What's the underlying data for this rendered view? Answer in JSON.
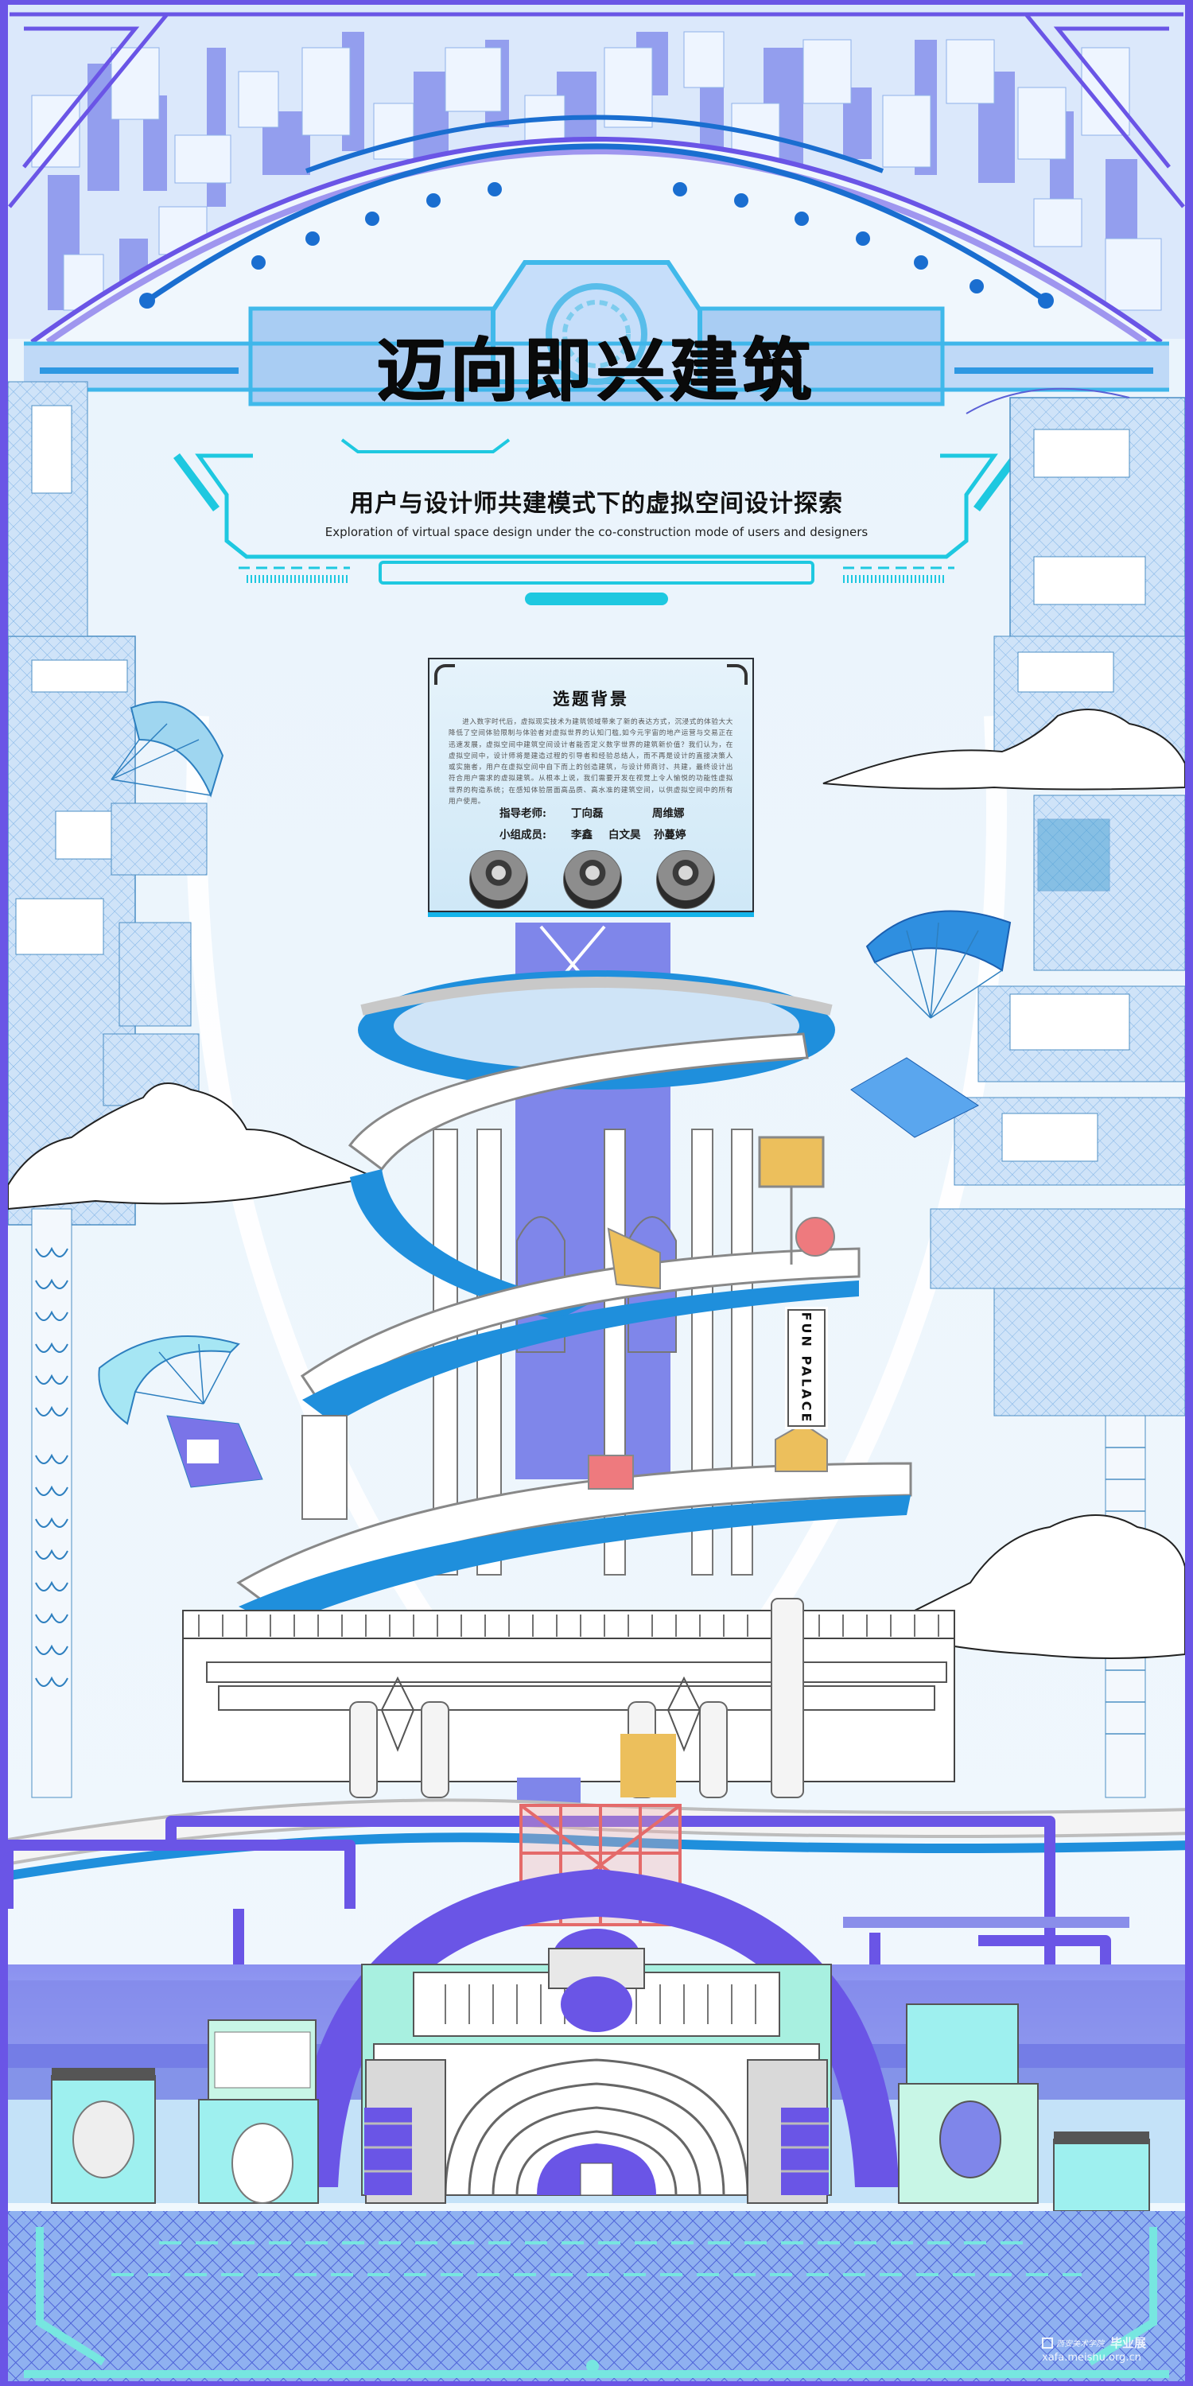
{
  "poster": {
    "title": "迈向即兴建筑",
    "subtitle_cn": "用户与设计师共建模式下的虚拟空间设计探索",
    "subtitle_en": "Exploration of virtual space design under the co-construction mode of users and designers"
  },
  "info_card": {
    "heading": "选题背景",
    "body": "进入数字时代后，虚拟现实技术为建筑领域带来了新的表达方式，沉浸式的体验大大降低了空间体验限制与体验者对虚拟世界的认知门槛,如今元宇宙的地产运营与交易正在迅速发展，虚拟空间中建筑空间设计者能否定义数字世界的建筑新价值？我们认为，在虚拟空间中，设计师将是建造过程的引导者和经验总结人，而不再是设计的直接决策人或实施者，用户在虚拟空间中自下而上的创造建筑，与设计师商讨、共建，最终设计出符合用户需求的虚拟建筑。从根本上说，我们需要开发在视觉上令人愉悦的功能性虚拟世界的构造系统；在感知体验层面高品质、高水准的建筑空间，以供虚拟空间中的所有用户使用。",
    "advisor_label": "指导老师:",
    "advisors": [
      "丁向磊",
      "周维娜"
    ],
    "member_label": "小组成员:",
    "members": [
      "李鑫",
      "白文昊",
      "孙蔓婷"
    ],
    "avatars": [
      {
        "name": "member-photo-1"
      },
      {
        "name": "member-photo-2"
      },
      {
        "name": "member-photo-3"
      }
    ]
  },
  "illustration": {
    "sign_text": "FUN PALACE"
  },
  "watermark": {
    "school": "西安美术学院",
    "label": "毕业展",
    "url": "xafa.meishu.org.cn"
  },
  "colors": {
    "frame_purple": "#6a55e6",
    "accent_cyan": "#1ec8e0",
    "accent_blue": "#1f8fdc",
    "title_band": "#a9cdf3",
    "dot_blue": "#1a6ed0",
    "background": "#eef6fc",
    "tower_purple": "#7f86ea",
    "yellow_block": "#ecbf5c",
    "red_ball": "#ee7a7e",
    "mint": "#a8f0e0"
  }
}
